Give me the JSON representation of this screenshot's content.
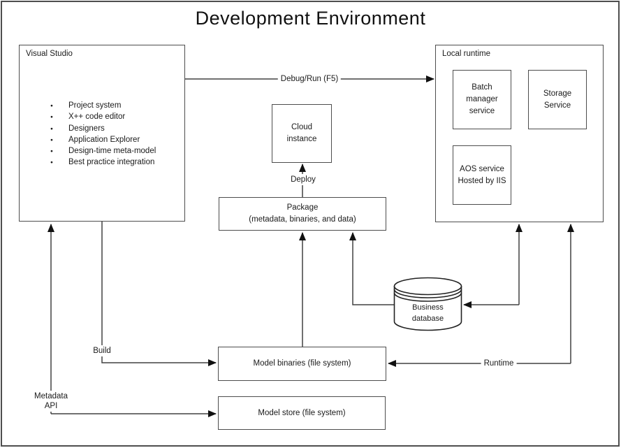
{
  "title": "Development Environment",
  "colors": {
    "line": "#404040",
    "arrowhead": "#111111",
    "box_border": "#4d4d4d",
    "text": "#1a1a1a",
    "background": "#ffffff"
  },
  "nodes": {
    "visual_studio": {
      "label": "Visual Studio",
      "features": [
        "Project system",
        "X++ code editor",
        "Designers",
        "Application Explorer",
        "Design-time meta-model",
        "Best practice integration"
      ]
    },
    "local_runtime": {
      "label": "Local runtime",
      "batch_manager_service": {
        "lines": [
          "Batch",
          "manager",
          "service"
        ]
      },
      "storage_service": {
        "lines": [
          "Storage",
          "Service"
        ]
      },
      "aos_service": {
        "lines": [
          "AOS service",
          "Hosted by IIS"
        ]
      }
    },
    "cloud_instance": {
      "lines": [
        "Cloud",
        "instance"
      ]
    },
    "package": {
      "lines": [
        "Package",
        "(metadata, binaries, and data)"
      ]
    },
    "business_database": {
      "lines": [
        "Business",
        "database"
      ]
    },
    "model_binaries": {
      "label": "Model binaries (file system)"
    },
    "model_store": {
      "label": "Model store (file system)"
    }
  },
  "edges": {
    "debug_run": {
      "label": "Debug/Run (F5)",
      "from": "Visual Studio",
      "to": "Local runtime"
    },
    "deploy": {
      "label": "Deploy",
      "from": "Package",
      "to": "Cloud instance"
    },
    "build": {
      "label": "Build",
      "from": "Visual Studio",
      "to": "Model binaries (file system)"
    },
    "metadata_api": {
      "label_lines": [
        "Metadata",
        "API"
      ],
      "from": "Visual Studio",
      "to": "Model store (file system)"
    },
    "runtime": {
      "label": "Runtime",
      "from": "Local runtime",
      "to": "Model binaries (file system)"
    },
    "model_binaries_to_package": {
      "label": "",
      "from": "Model binaries (file system)",
      "to": "Package"
    },
    "database_to_package": {
      "label": "",
      "from": "Business database",
      "to": "Package"
    },
    "local_runtime_database": {
      "label": "",
      "from": "Local runtime",
      "to": "Business database"
    }
  }
}
